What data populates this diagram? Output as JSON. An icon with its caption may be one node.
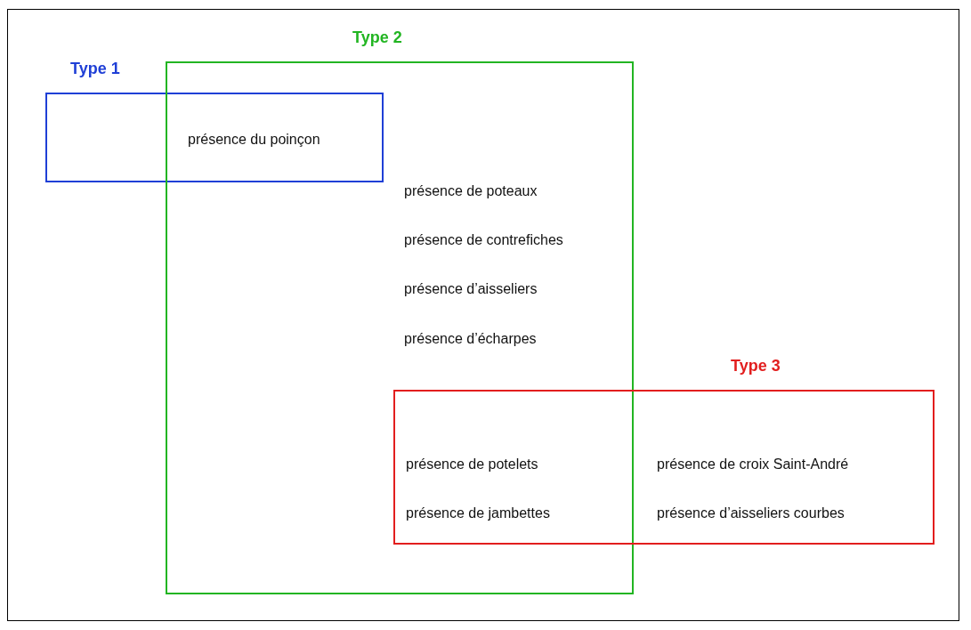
{
  "diagram": {
    "nodes": [
      {
        "text": [
          "Type 1"
        ]
      },
      {
        "text": [
          "Type 2",
          "présence de poteaux",
          "présence de contrefiches",
          "présence d’aisseliers",
          "présence d’écharpes"
        ]
      },
      {
        "text": [
          "Type 3",
          "présence de croix Saint-André",
          "présence d’aisseliers courbes"
        ]
      }
    ],
    "edges": [],
    "labels": [
      "présence du poinçon",
      "présence de potelets",
      "présence de jambettes"
    ]
  }
}
